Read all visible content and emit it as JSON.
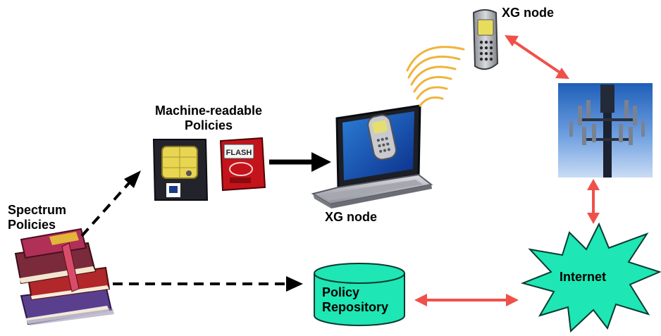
{
  "labels": {
    "spectrum_line1": "Spectrum",
    "spectrum_line2": "Policies",
    "machine_line1": "Machine-readable",
    "machine_line2": "Policies",
    "xg_node_laptop": "XG node",
    "xg_node_phone": "XG node",
    "internet": "Internet",
    "repository_line1": "Policy",
    "repository_line2": "Repository"
  },
  "card_texts": {
    "flash": "FLASH"
  },
  "icons": [
    "books-icon",
    "smartmedia-card-icon",
    "flash-card-icon",
    "laptop-icon",
    "mobile-phone-icon",
    "cell-tower-photo",
    "internet-burst-icon",
    "database-cylinder-icon",
    "wireless-signal-icon"
  ],
  "colors": {
    "internet_fill": "#1ee6b4",
    "repository_fill": "#1ee6b4",
    "bidirectional_arrow": "#f0504a",
    "arrow_black": "#000000"
  }
}
